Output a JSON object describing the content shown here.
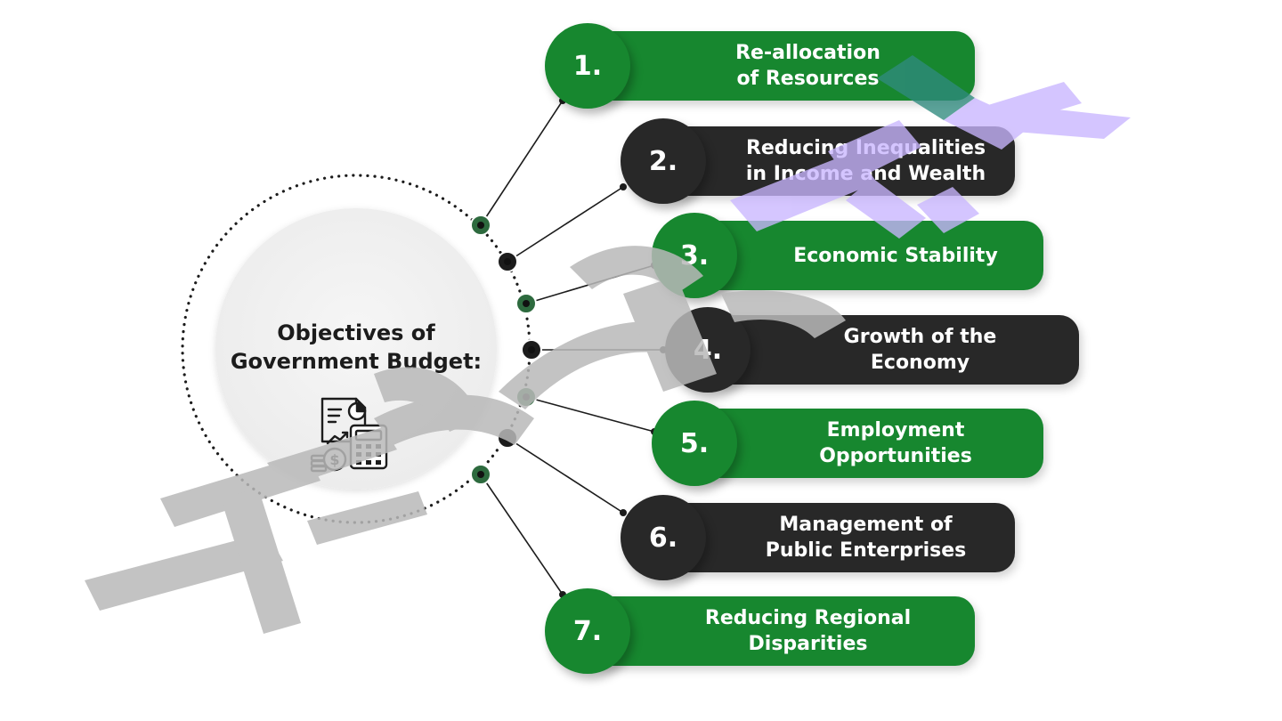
{
  "center": {
    "title_line1": "Objectives of",
    "title_line2": "Government Budget:",
    "icon": "budget-calculator-icon"
  },
  "objectives": [
    {
      "number": "1.",
      "lines": [
        "Re-allocation",
        "of Resources"
      ]
    },
    {
      "number": "2.",
      "lines": [
        "Reducing Inequalities",
        "in Income and Wealth"
      ]
    },
    {
      "number": "3.",
      "lines": [
        "Economic Stability"
      ]
    },
    {
      "number": "4.",
      "lines": [
        "Growth of the",
        "Economy"
      ]
    },
    {
      "number": "5.",
      "lines": [
        "Employment",
        "Opportunities"
      ]
    },
    {
      "number": "6.",
      "lines": [
        "Management of",
        "Public Enterprises"
      ]
    },
    {
      "number": "7.",
      "lines": [
        "Reducing Regional",
        "Disparities"
      ]
    }
  ],
  "colors": {
    "green": "#17872f",
    "dark": "#282828",
    "dot_green": "#2d6a3e",
    "dot_dark": "#1c1c1c",
    "watermark_grey": "#b9b9b9",
    "watermark_violet": "#c9b6ff",
    "watermark_teal": "#2f8a7e"
  },
  "watermark": {
    "icon": "watermark-logo-icon"
  }
}
